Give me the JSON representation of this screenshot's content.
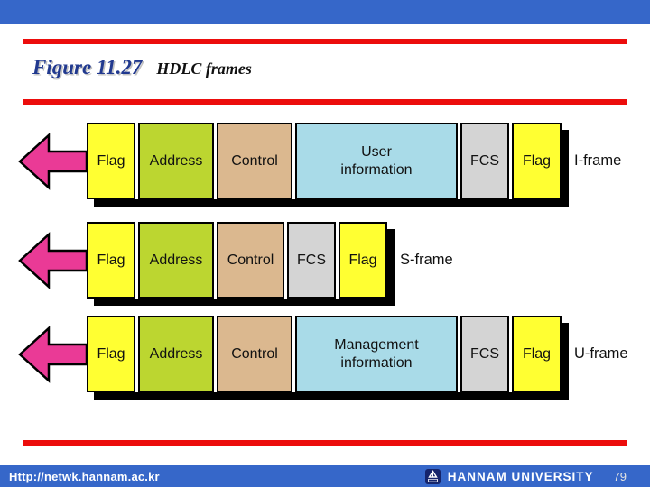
{
  "title": {
    "figure": "Figure 11.27",
    "caption": "HDLC frames"
  },
  "frames": [
    {
      "label": "I-frame",
      "boxes": [
        {
          "text": "Flag"
        },
        {
          "text": "Address"
        },
        {
          "text": "Control"
        },
        {
          "text": "User\ninformation"
        },
        {
          "text": "FCS"
        },
        {
          "text": "Flag"
        }
      ]
    },
    {
      "label": "S-frame",
      "boxes": [
        {
          "text": "Flag"
        },
        {
          "text": "Address"
        },
        {
          "text": "Control"
        },
        {
          "text": "FCS"
        },
        {
          "text": "Flag"
        }
      ]
    },
    {
      "label": "U-frame",
      "boxes": [
        {
          "text": "Flag"
        },
        {
          "text": "Address"
        },
        {
          "text": "Control"
        },
        {
          "text": "Management\ninformation"
        },
        {
          "text": "FCS"
        },
        {
          "text": "Flag"
        }
      ]
    }
  ],
  "footer": {
    "url": "Http://netwk.hannam.ac.kr",
    "university": "HANNAM UNIVERSITY",
    "page": "79"
  },
  "icons": {
    "arrow": "left-arrow",
    "logo": "hannam-university-emblem"
  },
  "colors": {
    "bar_blue": "#3667C9",
    "rule_red": "#EC0D0C",
    "title_blue": "#21398F",
    "flag_yellow": "#FFFF32",
    "address_green": "#BCD630",
    "control_tan": "#DBB88F",
    "info_blue": "#A9DBE8",
    "fcs_gray": "#D4D4D4",
    "arrow_magenta": "#EA3A96",
    "logo_navy": "#15246B"
  }
}
